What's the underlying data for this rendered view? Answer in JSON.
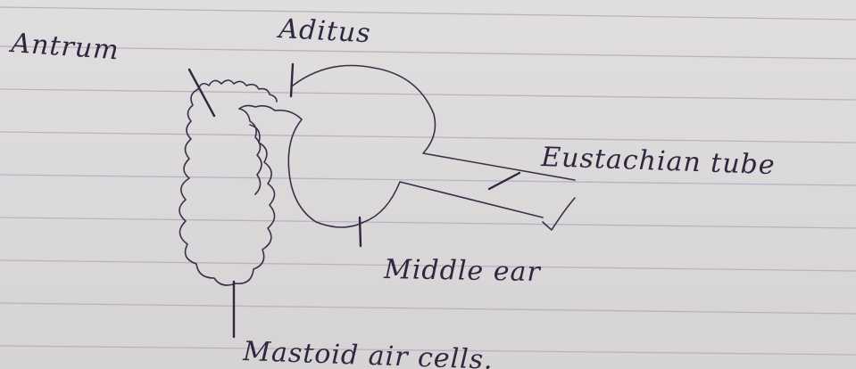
{
  "labels": {
    "antrum": "Antrum",
    "aditus": "Aditus",
    "eustachian_tube": "Eustachian tube",
    "middle_ear": "Middle ear",
    "mastoid_air_cells": "Mastoid air cells."
  },
  "colors": {
    "paper": "#dcdadb",
    "rule_lines": "#b9b2c3",
    "ink": "#2f2740"
  }
}
